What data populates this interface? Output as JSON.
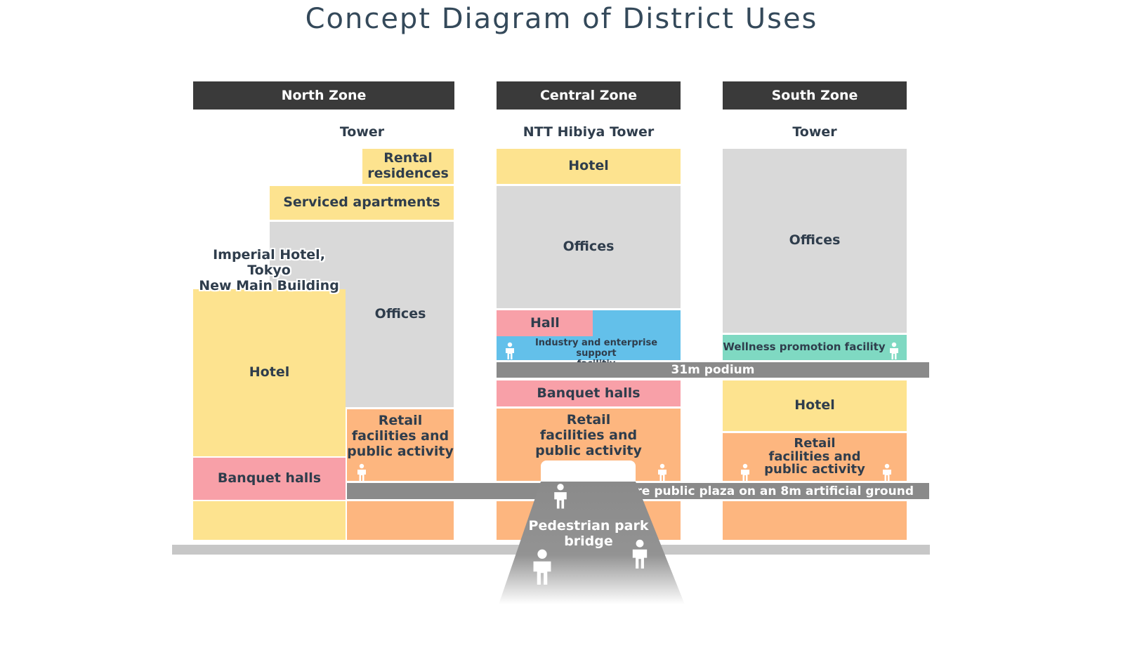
{
  "title": "Concept Diagram of District Uses",
  "zones": {
    "north": "North Zone",
    "central": "Central Zone",
    "south": "South Zone"
  },
  "towers": {
    "north": "Tower",
    "central": "NTT Hibiya Tower",
    "south": "Tower"
  },
  "north": {
    "building_label": "Imperial Hotel, Tokyo\nNew Main Building",
    "rental": "Rental\nresidences",
    "serviced": "Serviced apartments",
    "offices": "Offices",
    "hotel": "Hotel",
    "banquet": "Banquet halls",
    "retail": "Retail\nfacilities and\npublic activity"
  },
  "central": {
    "hotel": "Hotel",
    "offices": "Offices",
    "hall": "Hall",
    "industry": "Industry and enterprise support\nfacilitiy",
    "banquet": "Banquet halls",
    "retail": "Retail\nfacilities and\npublic activity"
  },
  "south": {
    "offices": "Offices",
    "wellness": "Wellness promotion facility",
    "hotel": "Hotel",
    "retail": "Retail\nfacilities and\npublic activity"
  },
  "podium": "31m podium",
  "plaza": "2-hectare public plaza on an 8m artificial ground",
  "bridge": "Pedestrian park\nbridge",
  "colors": {
    "yellow": "#fde38f",
    "gray": "#d9d9d9",
    "pink": "#f8a0a8",
    "orange": "#fdb67f",
    "blue": "#63c0ea",
    "teal": "#7fd9c2",
    "band": "#8a8a8a",
    "header": "#3a3a3a"
  },
  "icons": [
    "person-icon"
  ]
}
